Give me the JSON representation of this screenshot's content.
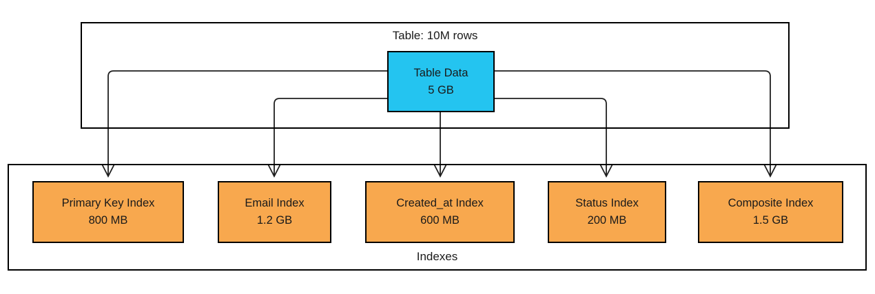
{
  "diagram": {
    "table_container": {
      "label": "Table: 10M rows"
    },
    "table_node": {
      "label": "Table Data",
      "size": "5 GB"
    },
    "indexes_container": {
      "label": "Indexes"
    },
    "index_nodes": [
      {
        "label": "Primary Key Index",
        "size": "800 MB"
      },
      {
        "label": "Email Index",
        "size": "1.2 GB"
      },
      {
        "label": "Created_at Index",
        "size": "600 MB"
      },
      {
        "label": "Status Index",
        "size": "200 MB"
      },
      {
        "label": "Composite Index",
        "size": "1.5 GB"
      }
    ],
    "edges": [
      {
        "from": "Table Data",
        "to": "Primary Key Index"
      },
      {
        "from": "Table Data",
        "to": "Email Index"
      },
      {
        "from": "Table Data",
        "to": "Created_at Index"
      },
      {
        "from": "Table Data",
        "to": "Status Index"
      },
      {
        "from": "Table Data",
        "to": "Composite Index"
      }
    ],
    "colors": {
      "background": "#ffffff",
      "border": "#000000",
      "connector": "#1f1f1f",
      "text": "#1a1a1a",
      "table_node_fill": "#24c4f0",
      "index_node_fill": "#f8a84e"
    }
  }
}
